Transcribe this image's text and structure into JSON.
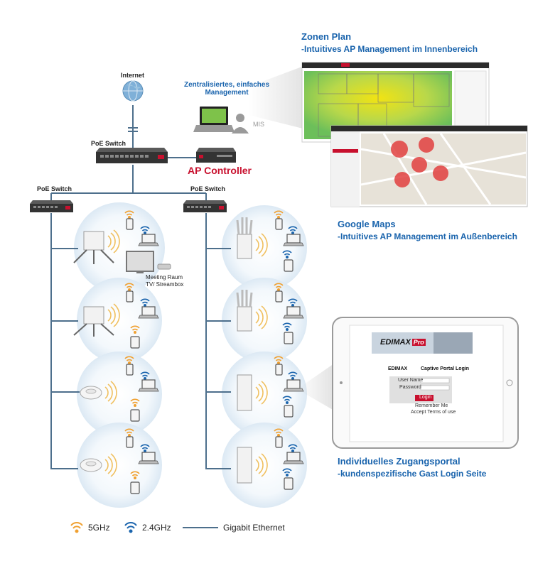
{
  "labels": {
    "internet": "Internet",
    "poe_switch_main": "PoE Switch",
    "poe_switch_left": "PoE Switch",
    "poe_switch_right": "PoE Switch",
    "central_mgmt_1": "Zentralisiertes, einfaches",
    "central_mgmt_2": "Management",
    "mis": "MIS",
    "ap_controller": "AP Controller",
    "meeting_1": "Meeting Raum",
    "meeting_2": "TV/ Streambox"
  },
  "callouts": {
    "zone_title": "Zonen Plan",
    "zone_sub": "-Intuitives AP Management im Innenbereich",
    "maps_title": "Google Maps",
    "maps_sub": "-Intuitives AP Management im Außenbereich",
    "portal_title": "Individuelles Zugangsportal",
    "portal_sub": "-kundenspezifische Gast Login Seite"
  },
  "portal": {
    "brand": "EDIMAX",
    "brand_pro": "Pro",
    "captive_title": "Captive Portal Login",
    "user_name": "User Name",
    "password": "Password",
    "login": "Login",
    "remember": "Remember Me",
    "accept": "Accept Terms of use"
  },
  "legend": {
    "ghz5": "5GHz",
    "ghz24": "2.4GHz",
    "ethernet": "Gigabit Ethernet"
  },
  "colors": {
    "accent_blue": "#1a64ad",
    "controller_red": "#c8102e",
    "wifi_5ghz": "#f0a030",
    "wifi_24ghz": "#1a64ad",
    "ethernet_line": "#4d6f8c"
  }
}
